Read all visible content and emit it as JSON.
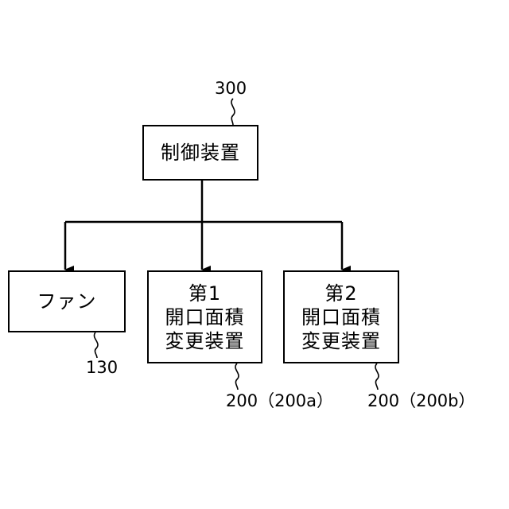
{
  "nodes": {
    "control": {
      "label": "制御装置",
      "ref": "300"
    },
    "fan": {
      "label": "ファン",
      "ref": "130"
    },
    "device1": {
      "label": "第1\n開口面積\n変更装置",
      "ref": "200（200a）"
    },
    "device2": {
      "label": "第2\n開口面積\n変更装置",
      "ref": "200（200b）"
    }
  },
  "edges": [
    {
      "from": "control",
      "to": "fan"
    },
    {
      "from": "control",
      "to": "device1"
    },
    {
      "from": "control",
      "to": "device2"
    }
  ],
  "colors": {
    "line": "#000000",
    "background": "#ffffff"
  }
}
